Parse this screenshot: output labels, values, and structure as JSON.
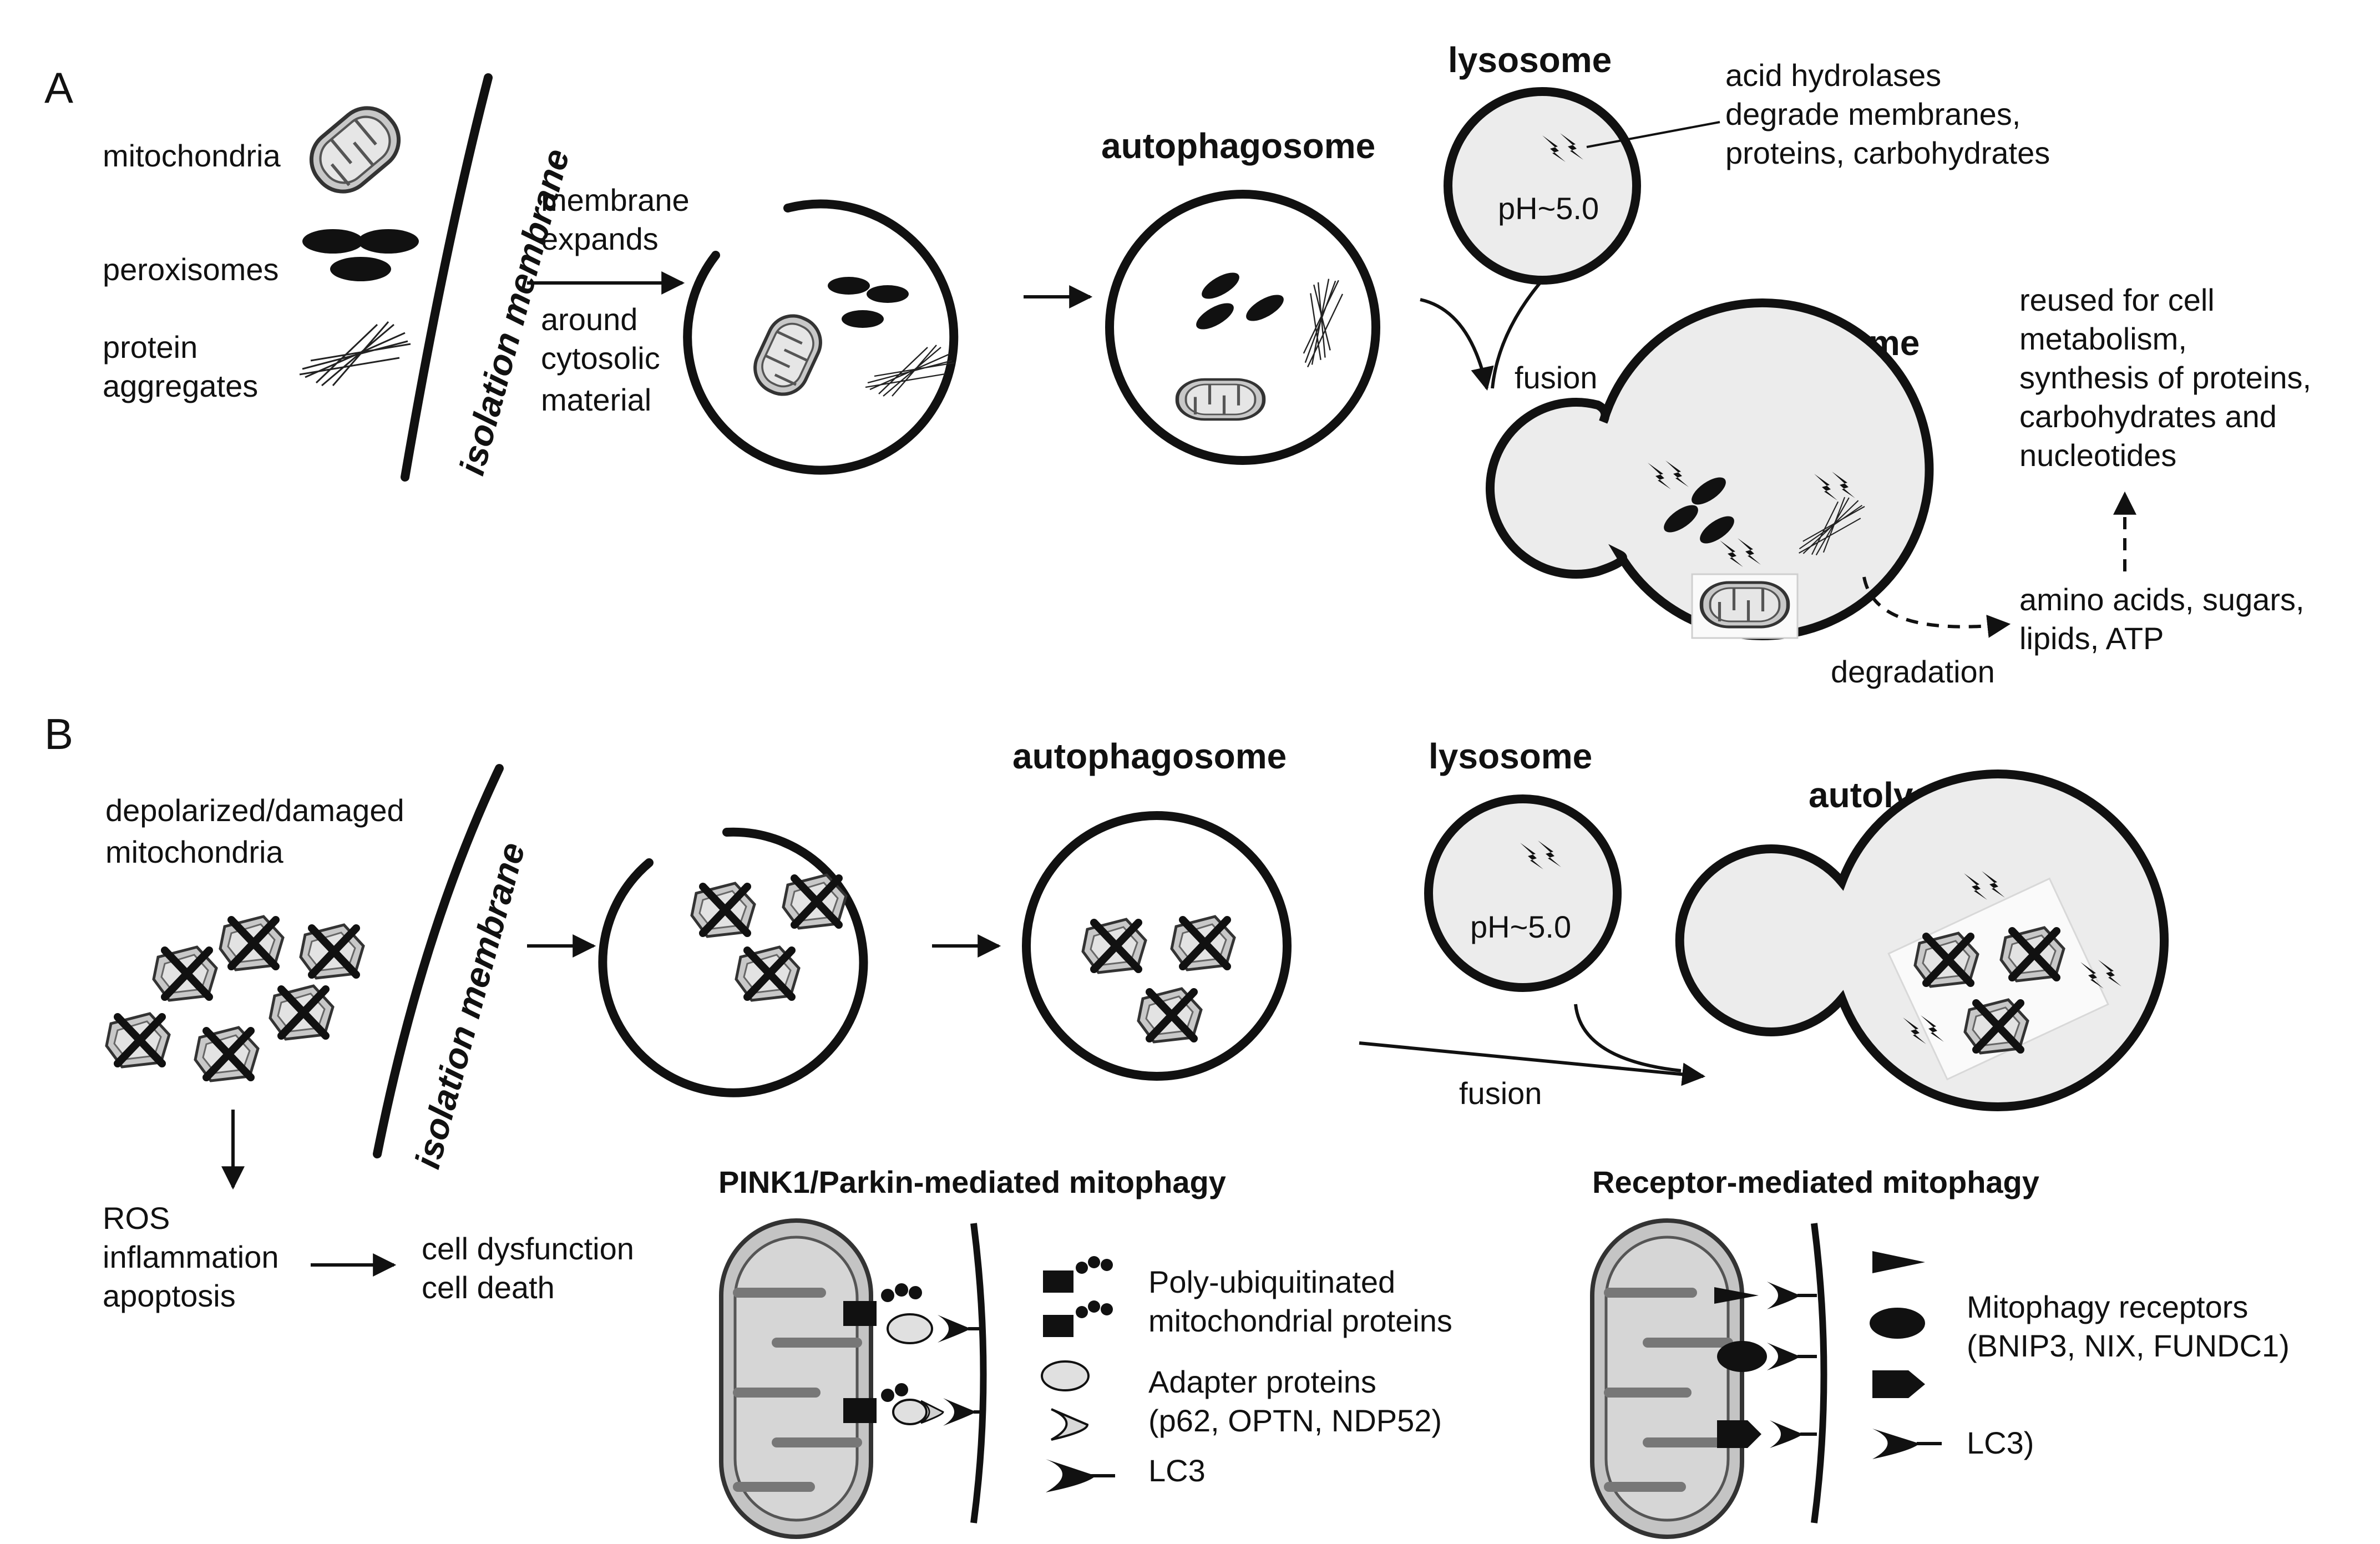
{
  "panel_a": {
    "letter": "A",
    "cargo": {
      "mito": "mitochondria",
      "perox": "peroxisomes",
      "prot1": "protein",
      "prot2": "aggregates"
    },
    "isolation_membrane": "isolation membrane",
    "expand": {
      "l1": "membrane",
      "l2": "expands",
      "l3": "around",
      "l4": "cytosolic",
      "l5": "material"
    },
    "autophagosome": "autophagosome",
    "lysosome": "lysosome",
    "ph": "pH~5.0",
    "hydrolases": {
      "l1": "acid hydrolases",
      "l2": "degrade membranes,",
      "l3": "proteins, carbohydrates"
    },
    "fusion": "fusion",
    "autolysosome": "autolysosome",
    "degradation": "degradation",
    "products": {
      "l1": "amino acids, sugars,",
      "l2": "lipids, ATP"
    },
    "reuse": {
      "l1": "reused for cell",
      "l2": "metabolism,",
      "l3": "synthesis of proteins,",
      "l4": "carbohydrates and",
      "l5": "nucleotides"
    }
  },
  "panel_b": {
    "letter": "B",
    "damaged": {
      "l1": "depolarized/damaged",
      "l2": "mitochondria"
    },
    "isolation_membrane": "isolation membrane",
    "autophagosome": "autophagosome",
    "lysosome": "lysosome",
    "ph": "pH~5.0",
    "autolysosome": "autolysosome",
    "fusion": "fusion",
    "effects": {
      "l1": "ROS",
      "l2": "inflammation",
      "l3": "apoptosis"
    },
    "outcome": {
      "l1": "cell dysfunction",
      "l2": "cell death"
    },
    "pink1": {
      "title": "PINK1/Parkin-mediated mitophagy",
      "leg1a": "Poly-ubiquitinated",
      "leg1b": "mitochondrial proteins",
      "leg2a": "Adapter proteins",
      "leg2b": "(p62, OPTN, NDP52)",
      "leg3": "LC3"
    },
    "receptor": {
      "title": "Receptor-mediated mitophagy",
      "leg1a": "Mitophagy receptors",
      "leg1b": "(BNIP3, NIX, FUNDC1)",
      "leg2": "LC3)"
    }
  }
}
